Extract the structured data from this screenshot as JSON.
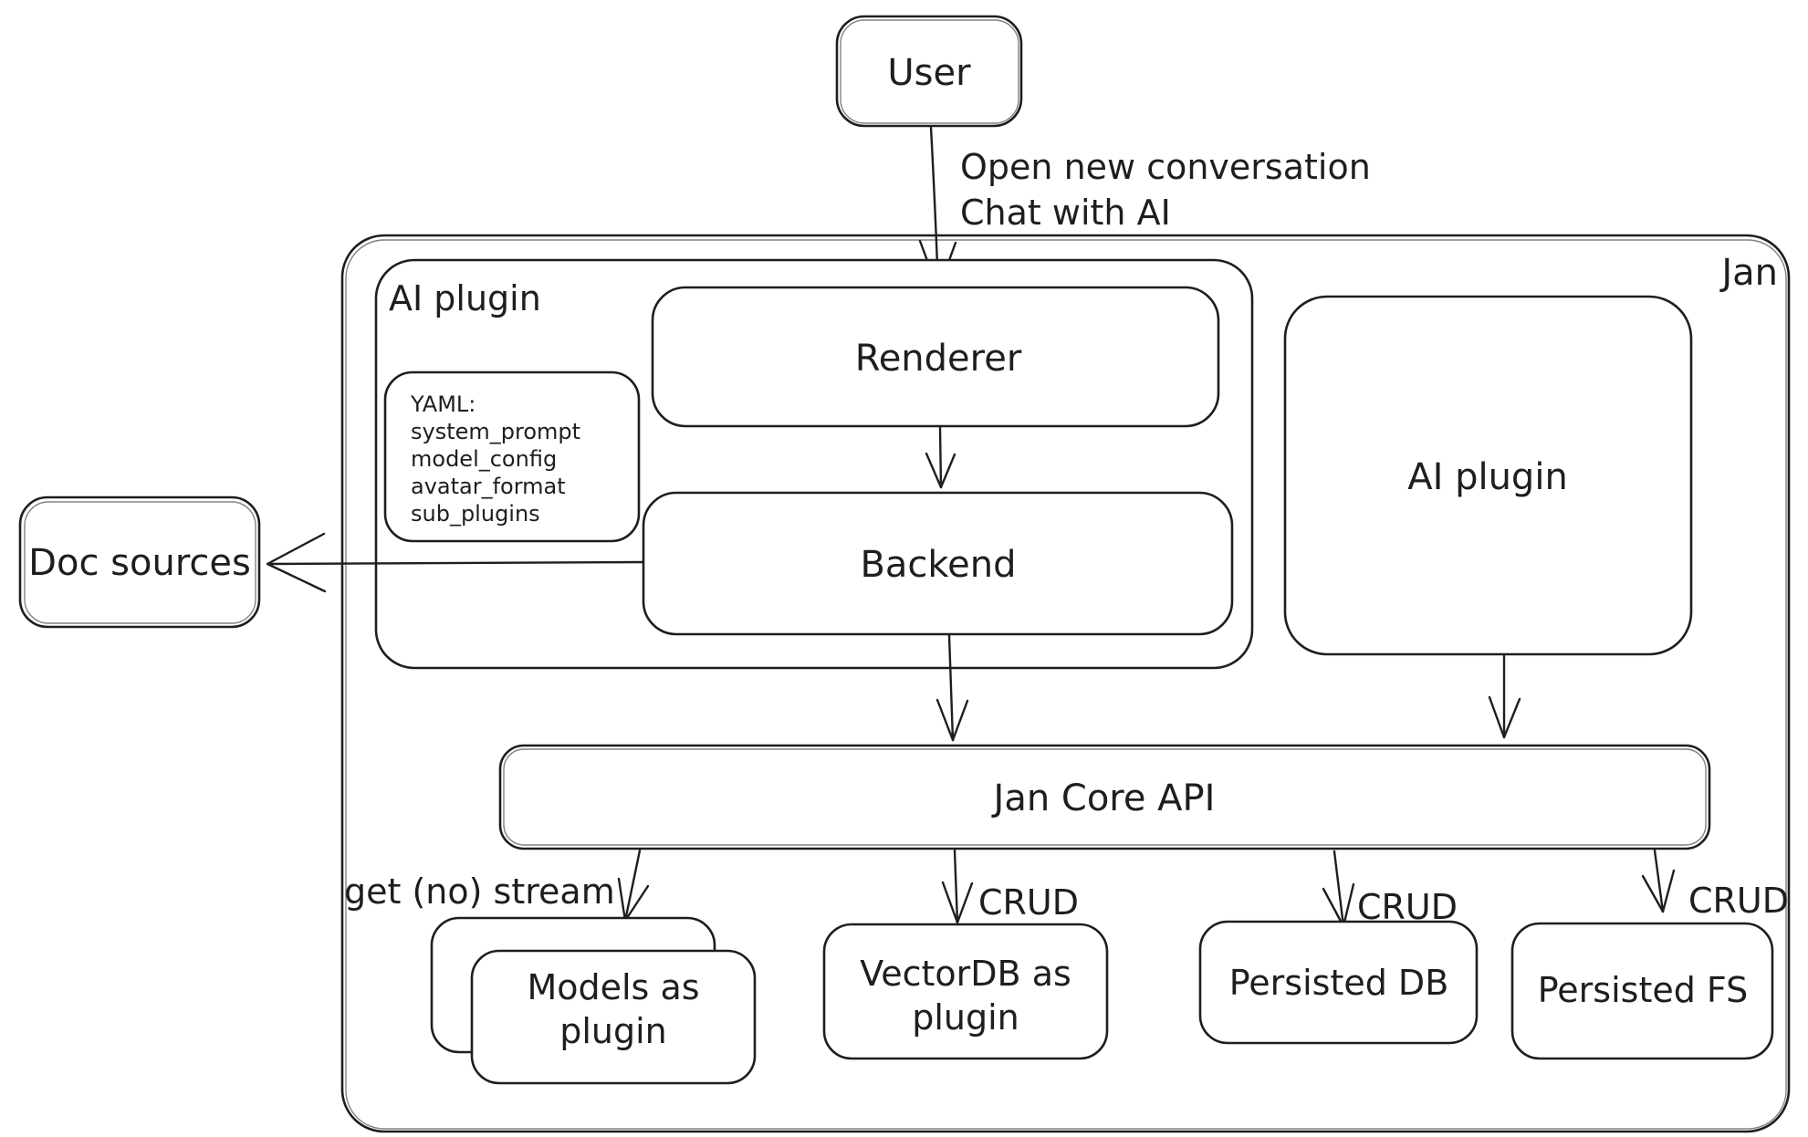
{
  "diagram": {
    "system_name": "Jan",
    "nodes": {
      "user": {
        "label": "User"
      },
      "ai_plugin_container": {
        "label": "AI plugin"
      },
      "yaml_note": {
        "title": "YAML:",
        "lines": [
          "system_prompt",
          "model_config",
          "avatar_format",
          "sub_plugins"
        ]
      },
      "renderer": {
        "label": "Renderer"
      },
      "backend": {
        "label": "Backend"
      },
      "doc_sources": {
        "label": "Doc sources"
      },
      "ai_plugin_right": {
        "label": "AI plugin"
      },
      "jan_core_api": {
        "label": "Jan Core API"
      },
      "models_plugin": {
        "line1": "Models as",
        "line2": "plugin"
      },
      "vector_db": {
        "line1": "VectorDB as",
        "line2": "plugin"
      },
      "persisted_db": {
        "label": "Persisted DB"
      },
      "persisted_fs": {
        "label": "Persisted FS"
      }
    },
    "edge_labels": {
      "user_action_line1": "Open new conversation",
      "user_action_line2": "Chat with AI",
      "get_no_stream": "get (no) stream",
      "crud_vector_db": "CRUD",
      "crud_persisted_db": "CRUD",
      "crud_persisted_fs": "CRUD"
    },
    "colors": {
      "stroke": "#1e1e1e",
      "background": "#ffffff"
    }
  }
}
